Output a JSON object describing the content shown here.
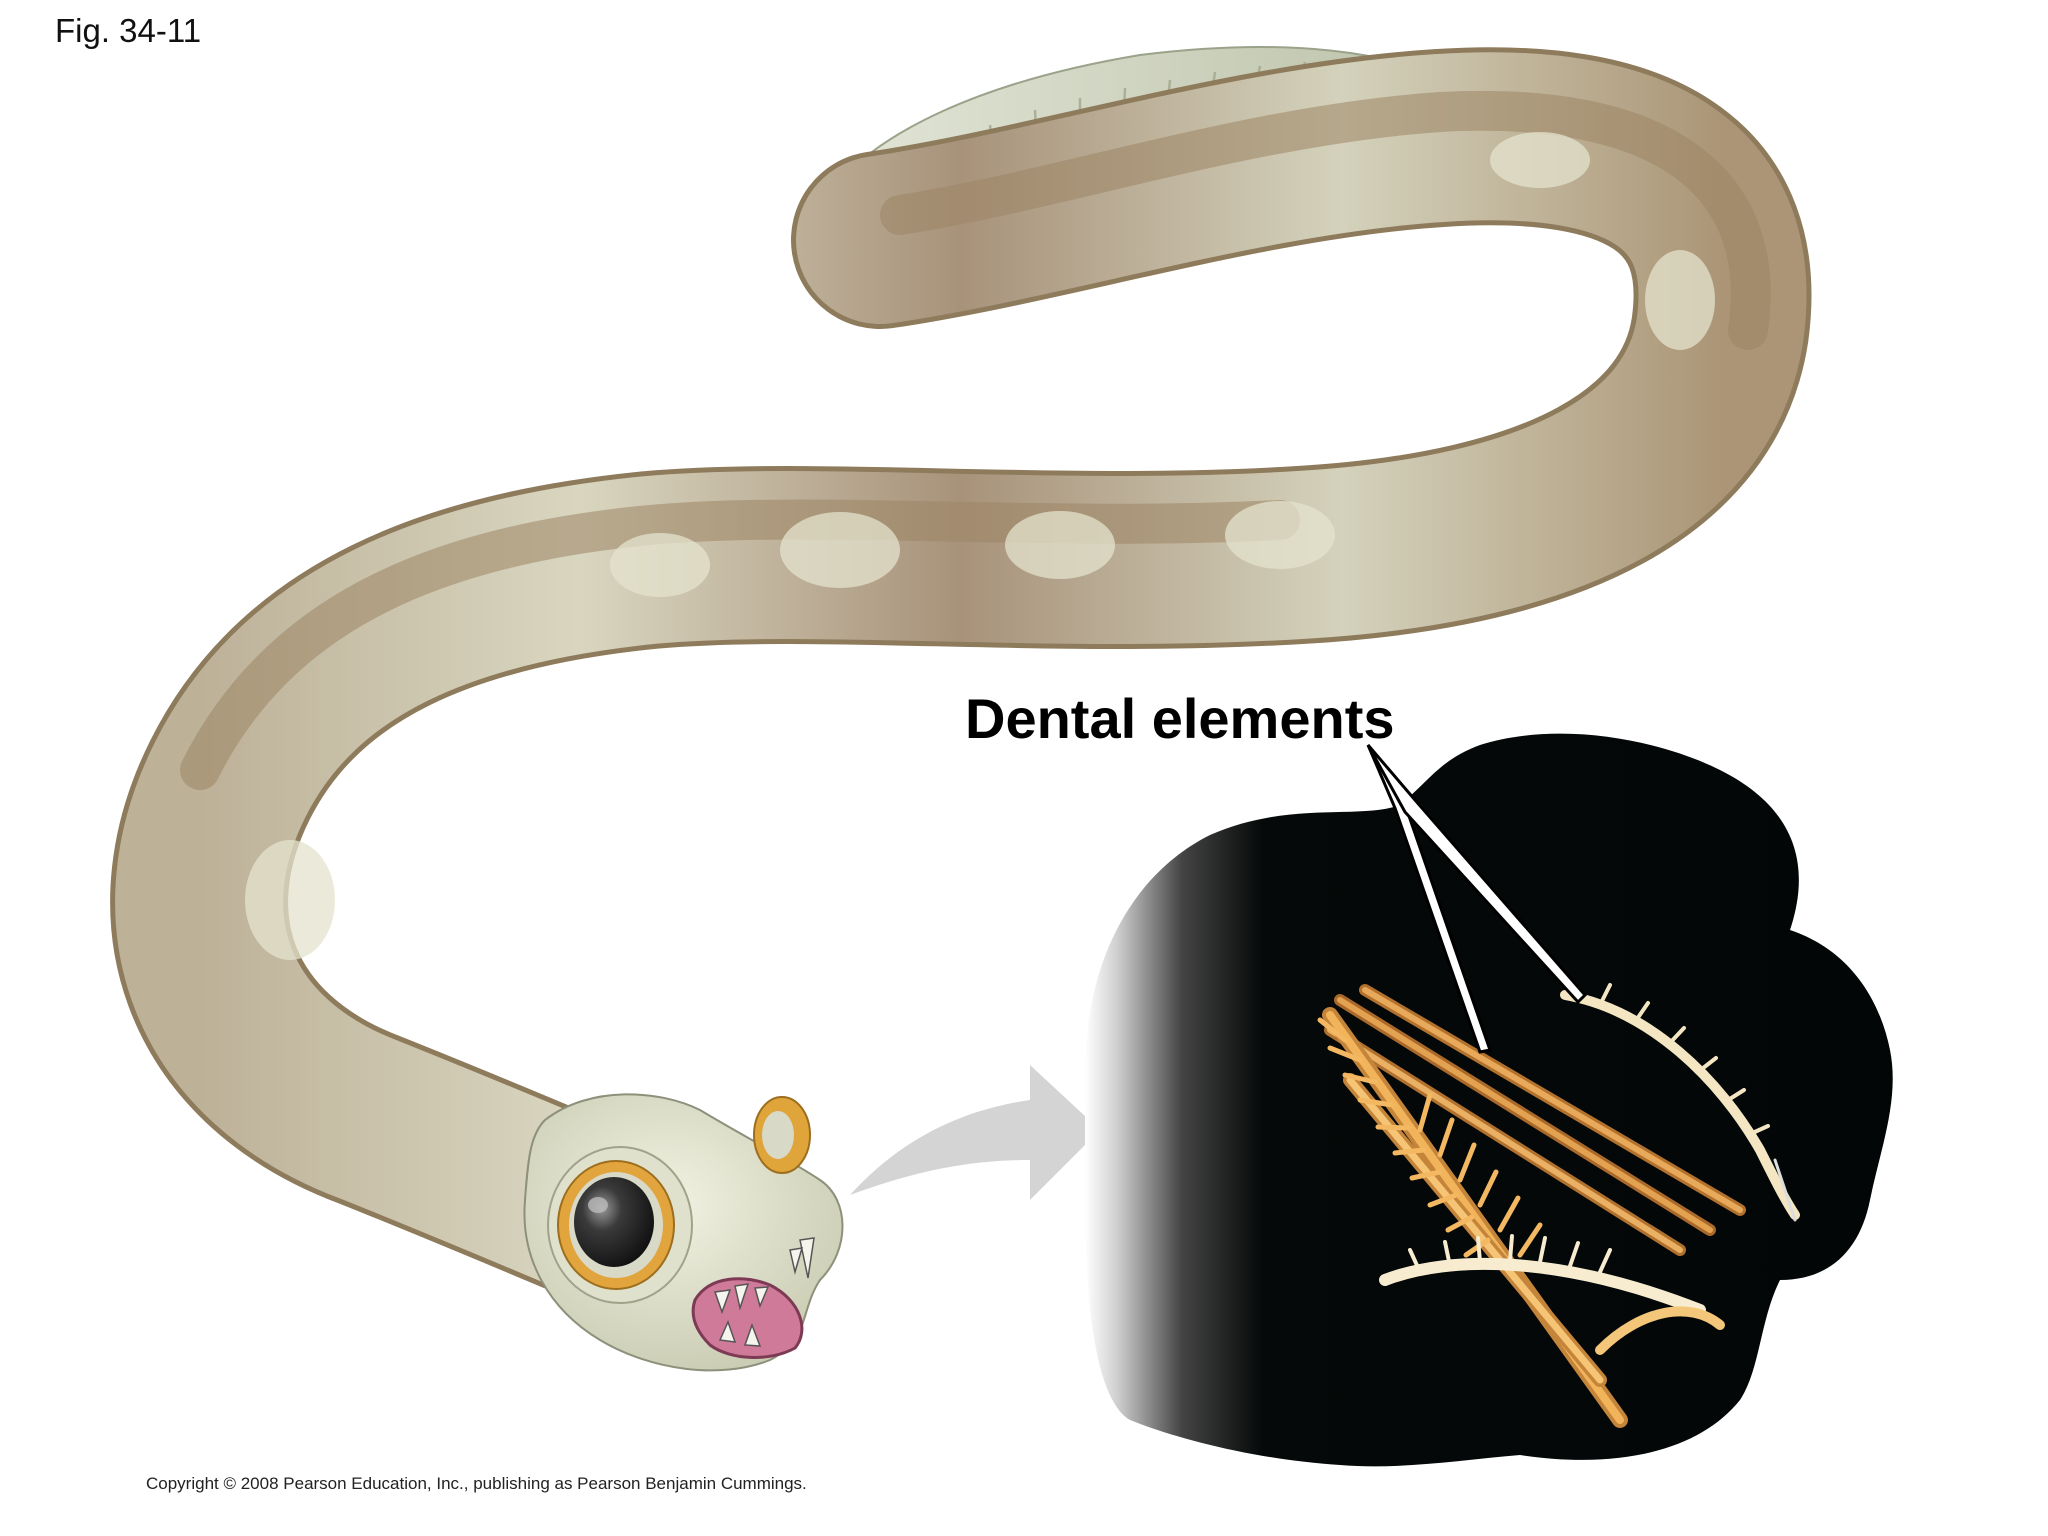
{
  "figure": {
    "label": "Fig. 34-11"
  },
  "callout": {
    "label": "Dental elements"
  },
  "footer": {
    "copyright": "Copyright © 2008 Pearson Education, Inc., publishing as Pearson Benjamin Cummings."
  },
  "colors": {
    "body_light": "#d6d3bd",
    "body_dark": "#a89272",
    "fin": "#c9cfb8",
    "eye_ring": "#e0a53a",
    "mouth": "#d07a9a",
    "backdrop": "#040808",
    "teeth": "#f1b45a",
    "arrow": "#d4d4d4"
  }
}
